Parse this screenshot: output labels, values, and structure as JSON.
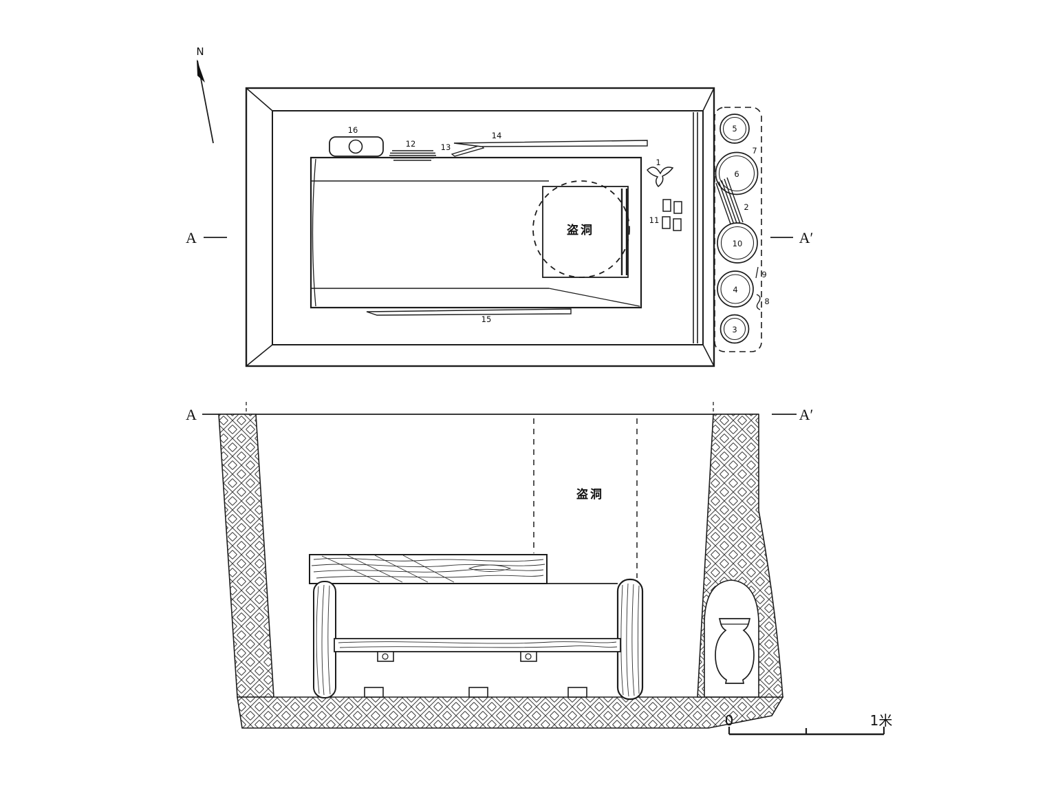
{
  "compass": {
    "label": "N"
  },
  "plan": {
    "marker_left": "A",
    "marker_right": "A′",
    "robber_hole_label": "盗洞",
    "artifact_labels": {
      "n1": "1",
      "n11": "11",
      "n12": "12",
      "n13": "13",
      "n14": "14",
      "n15": "15",
      "n16": "16"
    },
    "vessel_labels": {
      "n2": "2",
      "n3": "3",
      "n4": "4",
      "n5": "5",
      "n6": "6",
      "n7": "7",
      "n8": "8",
      "n9": "9",
      "n10": "10"
    }
  },
  "section": {
    "marker_left": "A",
    "marker_right": "A′",
    "robber_hole_label": "盗洞"
  },
  "scale_bar": {
    "zero": "0",
    "unit": "1米"
  }
}
